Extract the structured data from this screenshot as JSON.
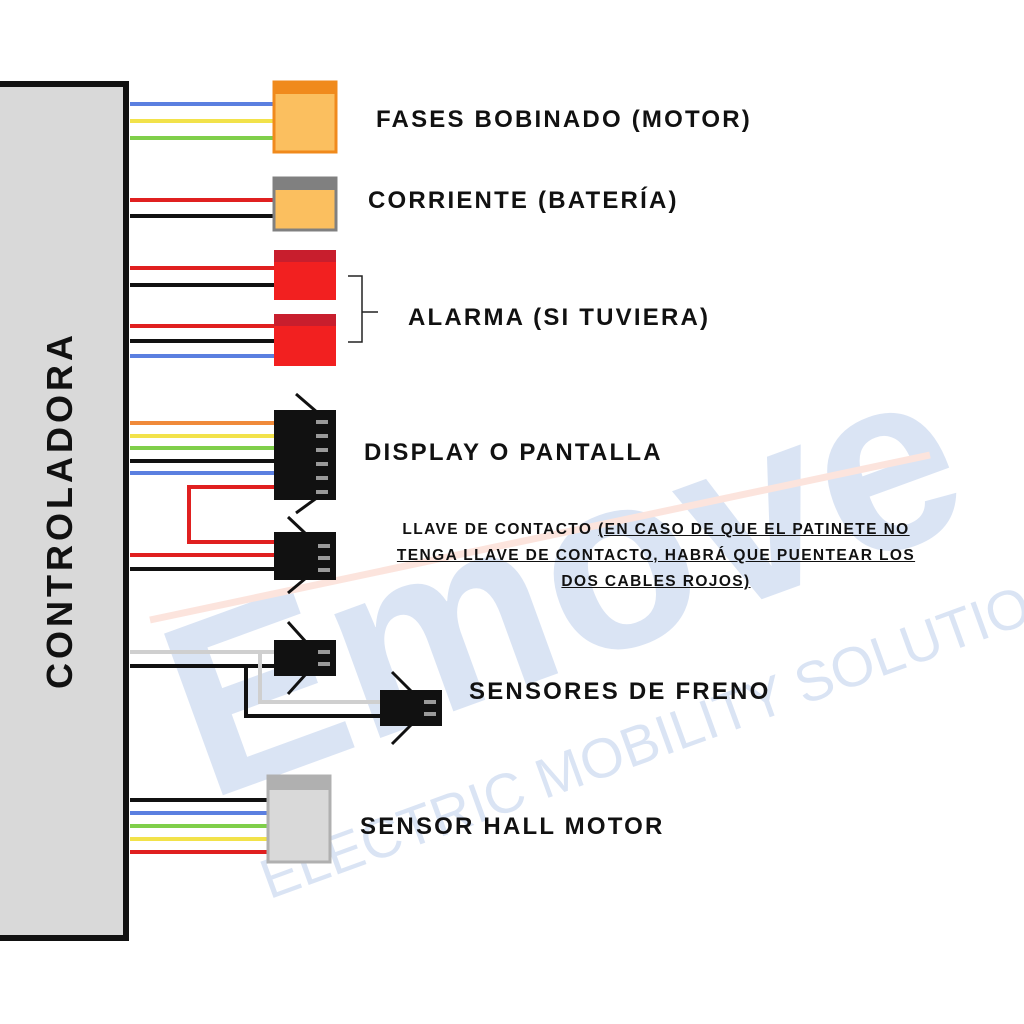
{
  "controller": {
    "label": "CONTROLADORA"
  },
  "watermark": {
    "brand": "Emove",
    "tagline": "ELECTRIC MOBILITY SOLUTION"
  },
  "connectors": {
    "motor_phases": {
      "label": "FASES BOBINADO (MOTOR)",
      "wires": [
        "#5b7fe0",
        "#f2e24a",
        "#7fcf4a"
      ],
      "color": "#fbbf5f",
      "border": "#f08a1c"
    },
    "battery": {
      "label": "CORRIENTE (BATERÍA)",
      "wires": [
        "#e02020",
        "#111111"
      ],
      "color": "#fbbf5f",
      "border": "#808080"
    },
    "alarm": {
      "label": "ALARMA (SI TUVIERA)",
      "color": "#f22020",
      "border": "#c81e2d"
    },
    "display": {
      "label": "DISPLAY O PANTALLA",
      "wires": [
        "#f08a3a",
        "#f2e24a",
        "#7fcf4a",
        "#111111",
        "#5b7fe0"
      ]
    },
    "key_switch": {
      "label_prefix": "LLAVE DE CONTACTO ",
      "label_line1": "(EN CASO DE QUE EL PATINETE NO",
      "label_line2": "TENGA LLAVE DE CONTACTO, HABRÁ QUE PUENTEAR LOS",
      "label_line3": "DOS CABLES ROJOS)"
    },
    "brake_sensors": {
      "label": "SENSORES DE FRENO"
    },
    "hall_sensor": {
      "label": "SENSOR HALL MOTOR",
      "wires": [
        "#111111",
        "#5b7fe0",
        "#7fcf4a",
        "#f2e24a",
        "#e02020"
      ],
      "color": "#d9d9d9",
      "border": "#b0b0b0"
    }
  }
}
